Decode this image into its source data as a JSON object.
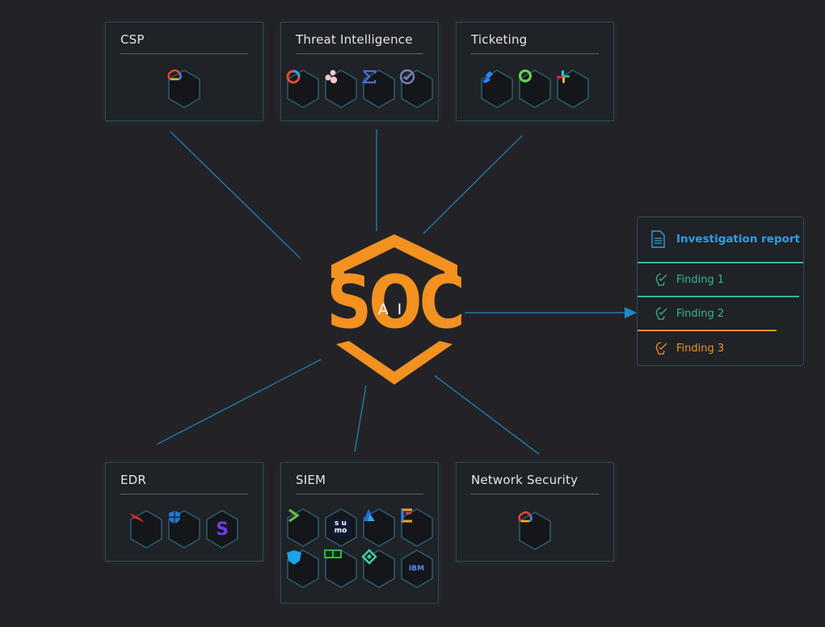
{
  "center": {
    "title": "SOC",
    "subtitle": "AI"
  },
  "cards": [
    {
      "id": "csp",
      "title": "CSP",
      "icons": [
        "google-cloud-icon"
      ]
    },
    {
      "id": "threat-intel",
      "title": "Threat Intelligence",
      "icons": [
        "threat-ring-icon",
        "cluster-dots-icon",
        "sigma-icon",
        "check-circle-icon"
      ]
    },
    {
      "id": "ticketing",
      "title": "Ticketing",
      "icons": [
        "jira-icon",
        "servicenow-icon",
        "slack-icon"
      ]
    },
    {
      "id": "edr",
      "title": "EDR",
      "icons": [
        "falcon-icon",
        "defender-shield-icon",
        "sentinelone-icon"
      ]
    },
    {
      "id": "siem",
      "title": "SIEM",
      "icons": [
        "prompt-arrow-icon",
        "sumo-icon",
        "azure-icon",
        "bracket-c-icon",
        "cloud-lion-icon",
        "elastic-box-icon",
        "diamond-icon",
        "ibm-qradar-icon"
      ],
      "icon_texts": {
        "sumo": "s u\nmo",
        "ibm": "IBM"
      }
    },
    {
      "id": "network",
      "title": "Network Security",
      "icons": [
        "google-cloud-icon"
      ]
    }
  ],
  "report": {
    "title": "Investigation report",
    "findings": [
      {
        "label": "Finding 1",
        "color": "#37b49a"
      },
      {
        "label": "Finding 2",
        "color": "#37b49a"
      },
      {
        "label": "Finding 3",
        "color": "#f39121"
      }
    ]
  },
  "colors": {
    "accent_orange": "#f39121",
    "connector_blue": "#1e88c7",
    "report_blue": "#2e9ee6",
    "finding_teal": "#37b49a",
    "background": "#232327"
  }
}
